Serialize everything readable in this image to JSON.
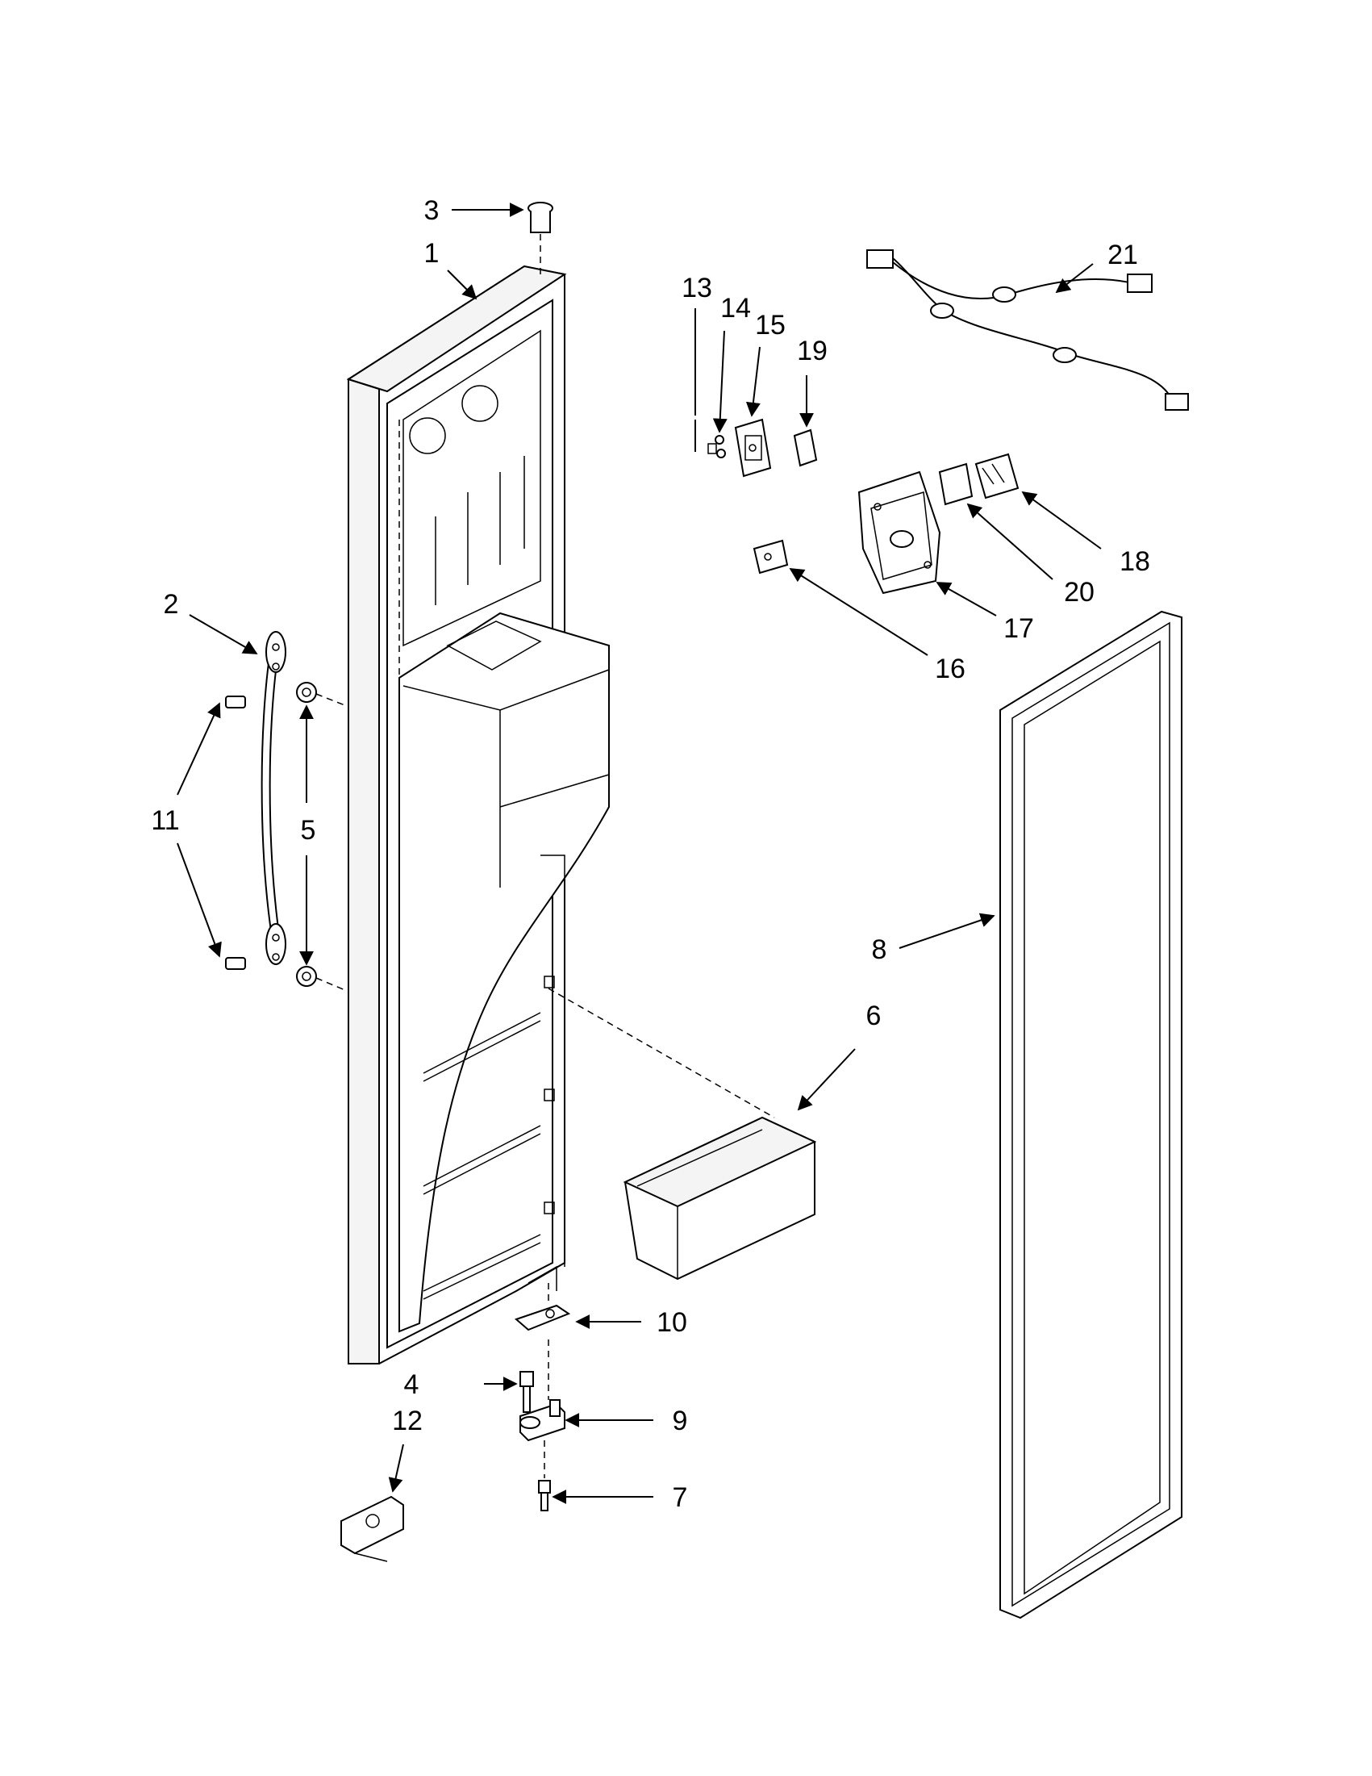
{
  "callouts": {
    "c1": "1",
    "c2": "2",
    "c3": "3",
    "c4": "4",
    "c5": "5",
    "c6": "6",
    "c7": "7",
    "c8": "8",
    "c9": "9",
    "c10": "10",
    "c11": "11",
    "c12": "12",
    "c13": "13",
    "c14": "14",
    "c15": "15",
    "c16": "16",
    "c17": "17",
    "c18": "18",
    "c19": "19",
    "c20": "20",
    "c21": "21"
  }
}
